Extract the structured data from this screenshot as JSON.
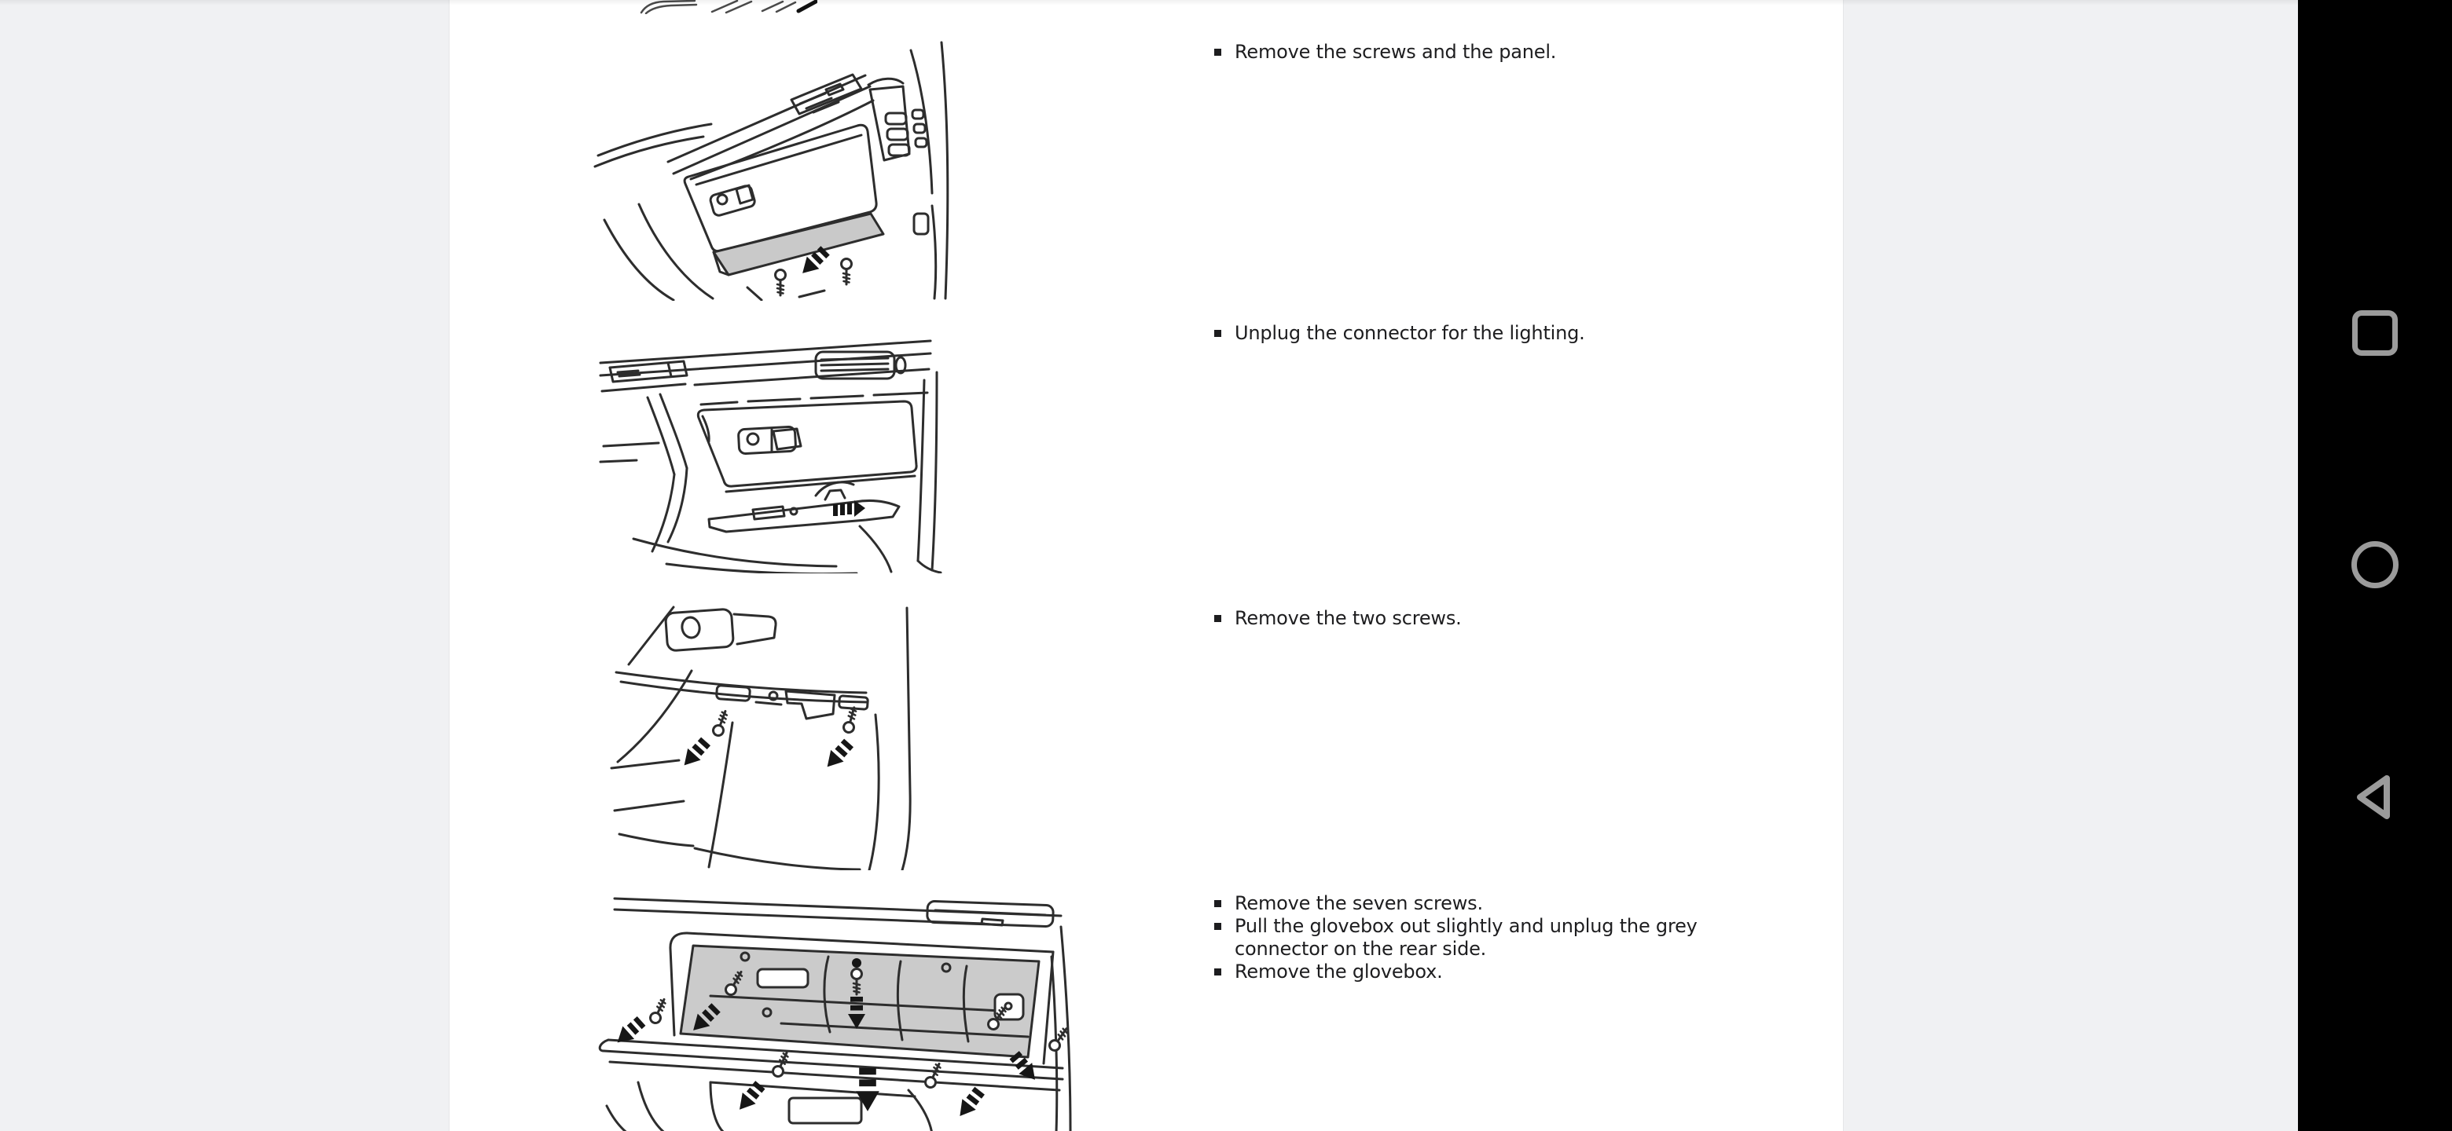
{
  "viewer": {
    "margin_color": "#f0f1f3",
    "page_color": "#ffffff",
    "text_color": "#1d1d1f",
    "line_art_color": "#2d2d2d",
    "shaded_fill_color": "#c9c9c9"
  },
  "document": {
    "sections": [
      {
        "figure_alt": "Line drawing: dashboard with glovebox trim panel, shaded lower strip, two screws and black removal arrow",
        "bullets": [
          "Remove the screws and the panel."
        ]
      },
      {
        "figure_alt": "Line drawing: glovebox area with lower panel removed showing the lighting connector and wire",
        "bullets": [
          "Unplug the connector for the lighting."
        ]
      },
      {
        "figure_alt": "Line drawing: underside of the glovebox with two screws and segmented removal arrows",
        "bullets": [
          "Remove the two screws."
        ]
      },
      {
        "figure_alt": "Line drawing: open glovebox with shaded inner panel, seven screws and segmented removal arrows",
        "bullets": [
          "Remove the seven screws.",
          "Pull the glovebox out slightly and unplug the grey connector on the rear side.",
          "Remove the glovebox."
        ]
      }
    ]
  },
  "navigation_bar": {
    "background": "#000000",
    "icon_color": "#9b9b9b",
    "buttons": [
      {
        "id": "recents",
        "icon": "recents-square-icon"
      },
      {
        "id": "home",
        "icon": "home-circle-icon"
      },
      {
        "id": "back",
        "icon": "back-triangle-icon"
      }
    ]
  }
}
